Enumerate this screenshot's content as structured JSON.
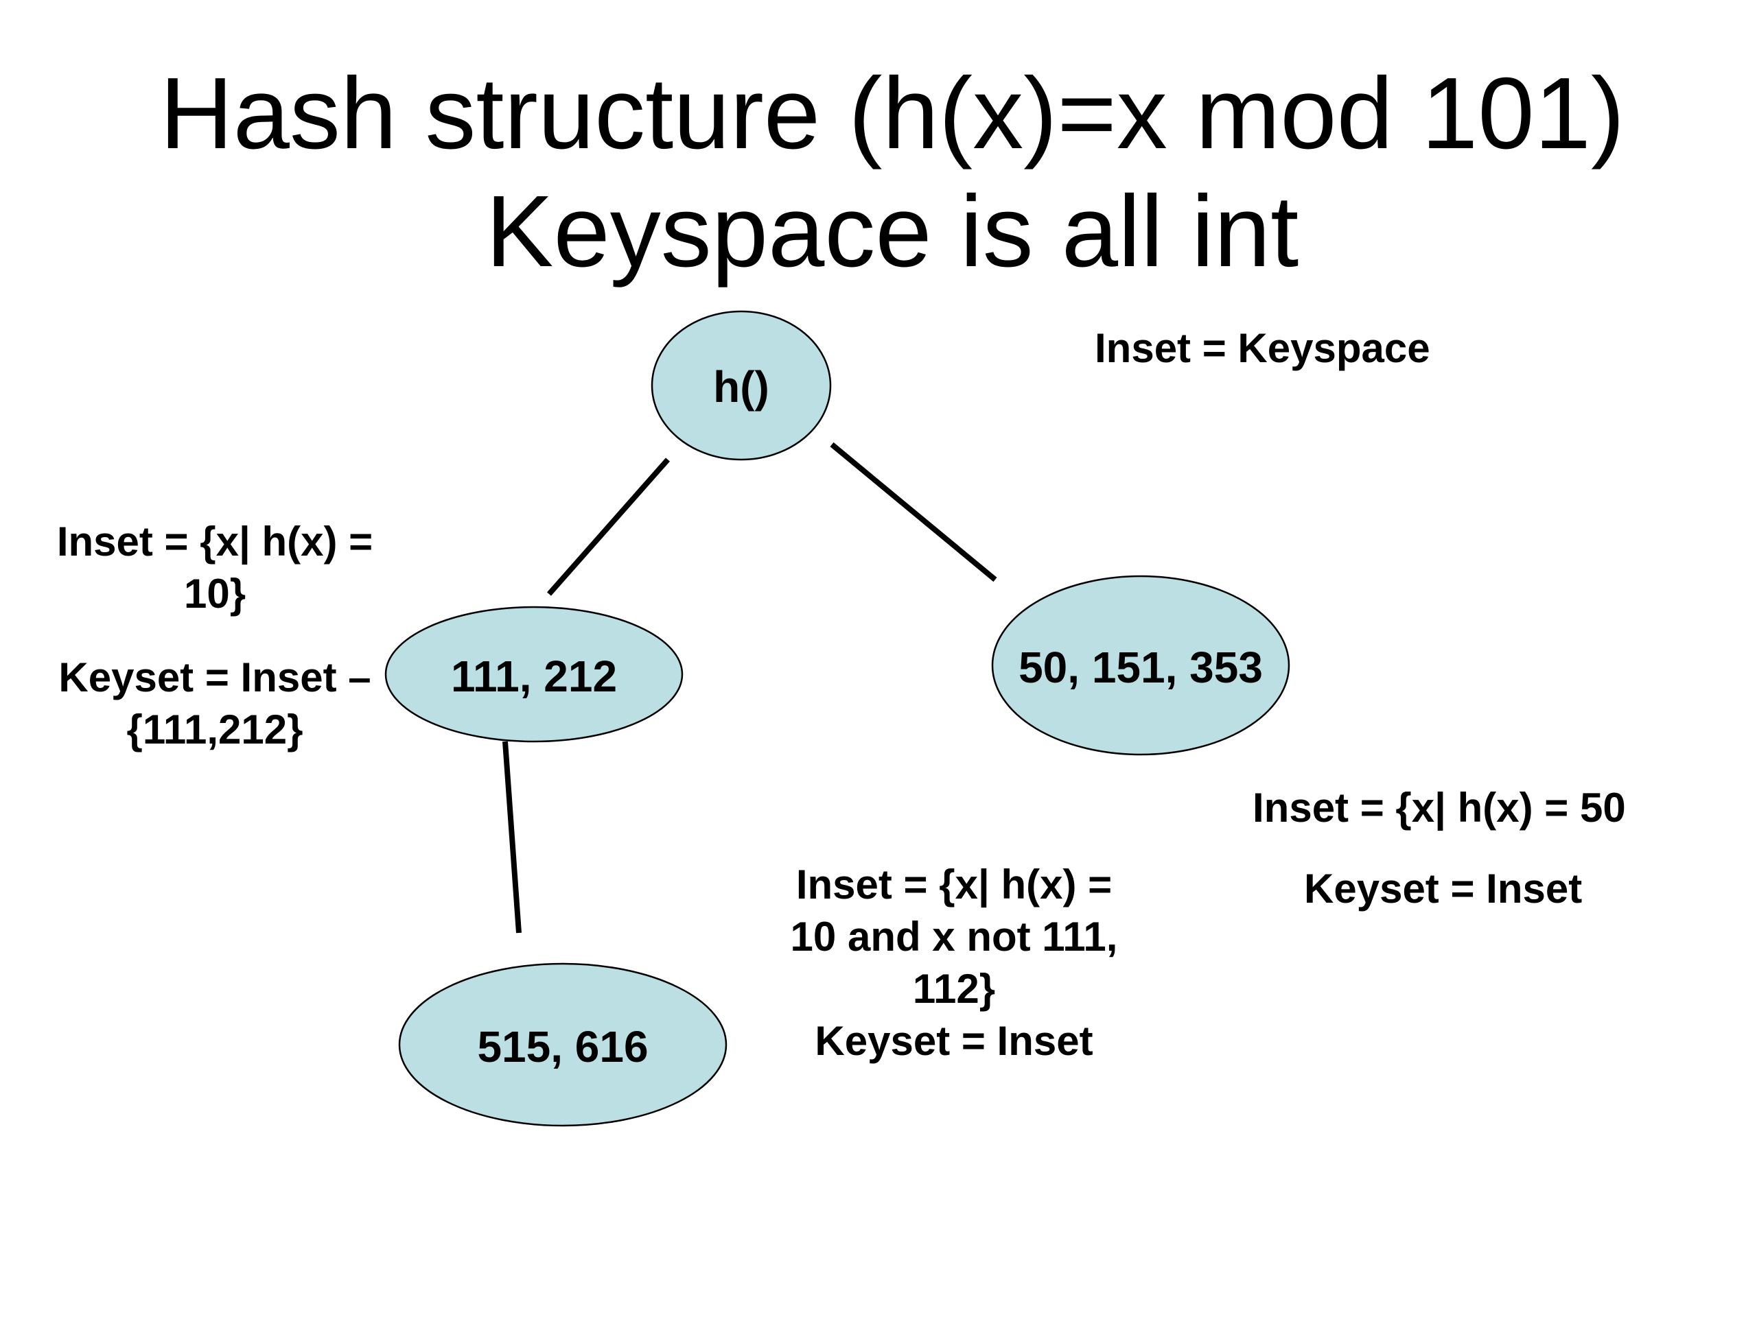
{
  "title": {
    "line1": "Hash structure (h(x)=x mod 101)",
    "line2": "Keyspace is all int"
  },
  "colors": {
    "node_fill": "#bcdfe3",
    "node_stroke": "#000000",
    "edge": "#000000"
  },
  "nodes": {
    "root": "h()",
    "left": "111, 212",
    "right": "50, 151, 353",
    "bottom": "515, 616"
  },
  "labels": {
    "root_inset": "Inset = Keyspace",
    "left_inset": {
      "line1": "Inset = {x| h(x) =",
      "line2": "10}"
    },
    "left_keyset": {
      "line1": "Keyset = Inset –",
      "line2": "{111,212}"
    },
    "right_inset": "Inset = {x| h(x) = 50",
    "right_keyset": "Keyset = Inset",
    "bottom_inset": {
      "line1": "Inset = {x| h(x) =",
      "line2": "10 and x not 111,",
      "line3": "112}",
      "line4": "Keyset = Inset"
    }
  }
}
